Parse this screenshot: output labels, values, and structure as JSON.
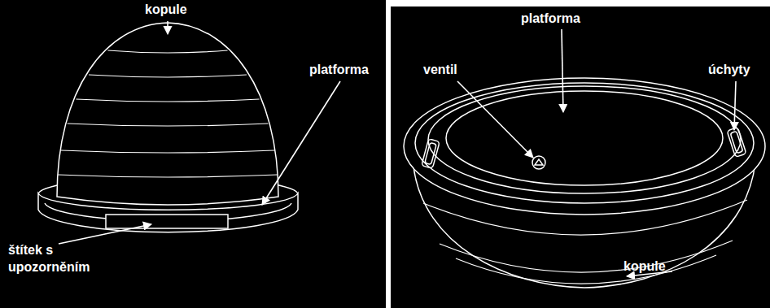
{
  "diagram": {
    "labels": [
      "kopule",
      "platforma",
      "štítek s upozorněním",
      "ventil",
      "platforma",
      "úchyty",
      "kopule"
    ]
  }
}
